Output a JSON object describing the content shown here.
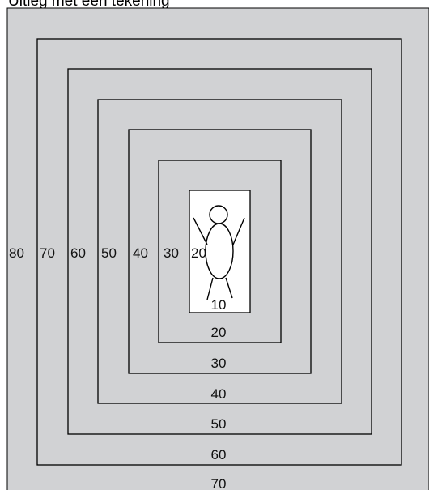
{
  "title": "Uitleg met een tekening",
  "colors": {
    "background": "#d1d2d4",
    "frame": "#000000",
    "inner_box": "#ffffff"
  },
  "diagram": {
    "rings": [
      {
        "side_label": "80"
      },
      {
        "side_label": "70",
        "bottom_label": "70"
      },
      {
        "side_label": "60",
        "bottom_label": "60"
      },
      {
        "side_label": "50",
        "bottom_label": "50"
      },
      {
        "side_label": "40",
        "bottom_label": "40"
      },
      {
        "side_label": "30",
        "bottom_label": "30"
      },
      {
        "side_label": "20",
        "bottom_label": "20"
      },
      {
        "bottom_label": "10"
      }
    ],
    "figure": "person-figure-icon"
  }
}
